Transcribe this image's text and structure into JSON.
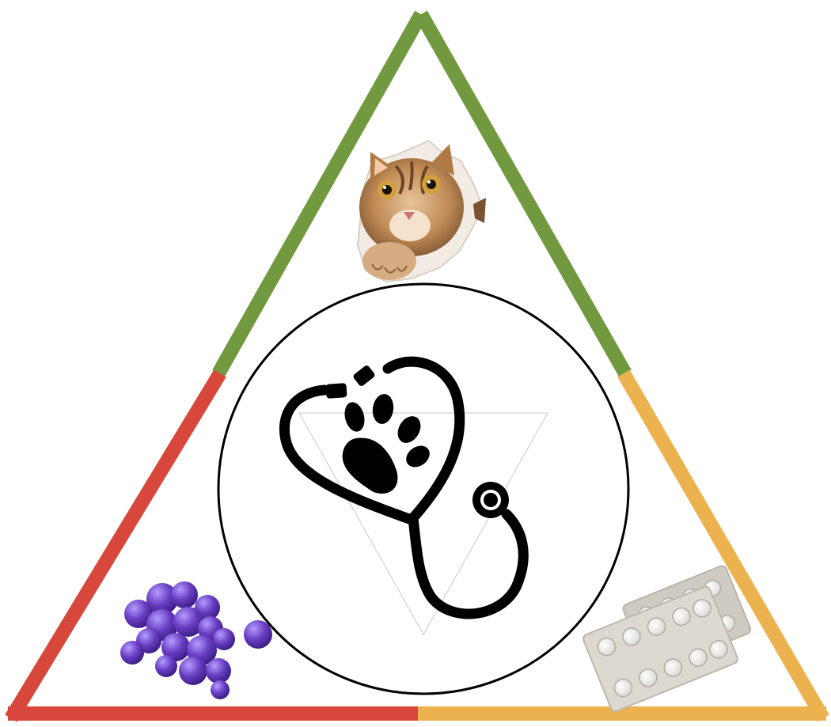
{
  "diagram": {
    "sides": [
      {
        "id": "cat-side",
        "color": "#71993f"
      },
      {
        "id": "bacteria-side",
        "color": "#d8473b"
      },
      {
        "id": "pills-side",
        "color": "#ecb24f"
      }
    ],
    "center": {
      "icon": "paw-heart-stethoscope-icon",
      "ink": "#000000"
    },
    "corners": [
      {
        "icon": "cat-peeking-icon"
      },
      {
        "icon": "bacteria-cluster-icon",
        "color": "#6a3fc4"
      },
      {
        "icon": "pill-blister-pack-icon",
        "color": "#d9d4cc"
      }
    ]
  }
}
